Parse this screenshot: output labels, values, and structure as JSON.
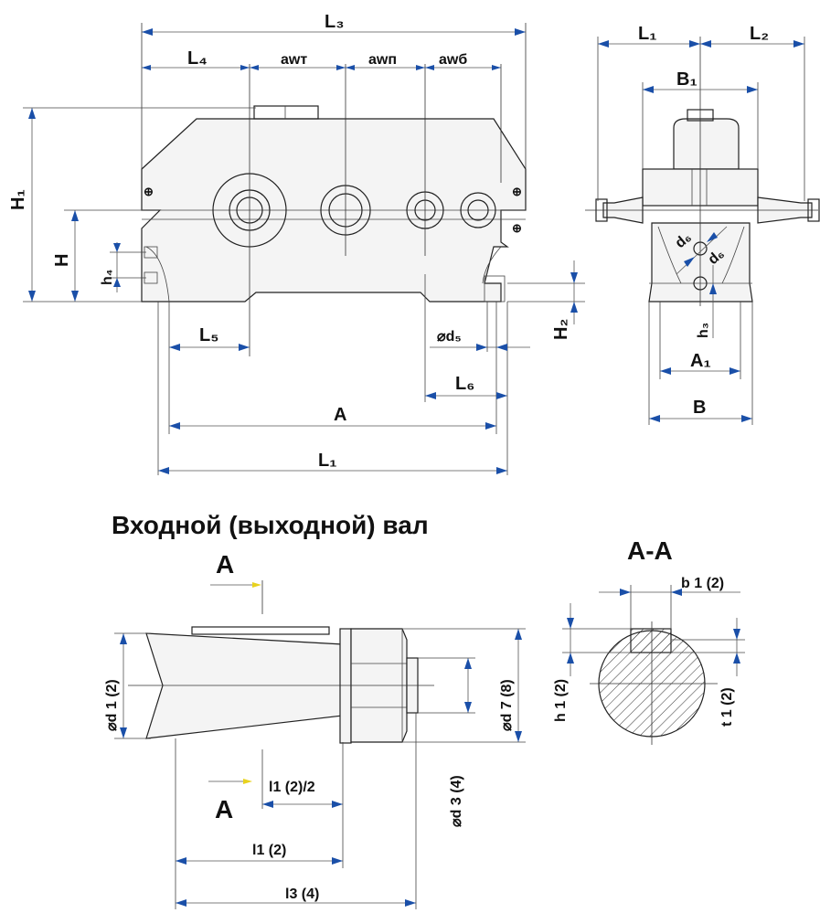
{
  "main_view": {
    "labels": {
      "L3": "L₃",
      "L4": "L₄",
      "awt": "aᴡᴛ",
      "awp": "aᴡп",
      "awb": "aᴡб",
      "H1": "H₁",
      "H": "H",
      "h4": "h₄",
      "L5": "L₅",
      "d5": "⌀d₅",
      "H2": "H₂",
      "L6": "L₆",
      "A": "A",
      "L1": "L₁"
    }
  },
  "side_view": {
    "labels": {
      "L1": "L₁",
      "L2": "L₂",
      "B1": "B₁",
      "d6a": "d₆",
      "d6b": "d₆",
      "h3": "h₃",
      "A1": "A₁",
      "B": "B"
    }
  },
  "section_title": "Входной (выходной) вал",
  "shaft_view": {
    "labels": {
      "cut_top": "A",
      "cut_bottom": "A",
      "d1": "⌀d 1 (2)",
      "d7": "⌀d 7 (8)",
      "d3": "⌀d 3 (4)",
      "l1_half": "l1 (2)/2",
      "l1": "l1 (2)",
      "l3": "l3 (4)"
    }
  },
  "section_view": {
    "title": "A-A",
    "labels": {
      "b1": "b 1 (2)",
      "h1": "h 1 (2)",
      "t1": "t 1 (2)"
    }
  }
}
